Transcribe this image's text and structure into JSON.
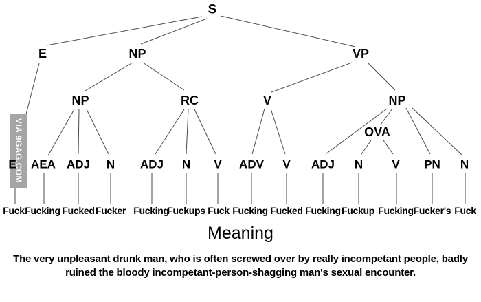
{
  "tree": {
    "nodes": {
      "s": "S",
      "e": "E",
      "np1": "NP",
      "vp": "VP",
      "np2": "NP",
      "rc": "RC",
      "v1": "V",
      "np3": "NP",
      "ova": "OVA",
      "e2": "E",
      "aea": "AEA",
      "adj1": "ADJ",
      "n1": "N",
      "adj2": "ADJ",
      "n2": "N",
      "v2": "V",
      "adv": "ADV",
      "v3": "V",
      "adj3": "ADJ",
      "n3": "N",
      "v4": "V",
      "pn": "PN",
      "n4": "N"
    },
    "edges": [
      [
        "s",
        "e"
      ],
      [
        "s",
        "np1"
      ],
      [
        "s",
        "vp"
      ],
      [
        "e",
        "e2"
      ],
      [
        "np1",
        "np2"
      ],
      [
        "np1",
        "rc"
      ],
      [
        "np2",
        "aea"
      ],
      [
        "np2",
        "adj1"
      ],
      [
        "np2",
        "n1"
      ],
      [
        "rc",
        "adj2"
      ],
      [
        "rc",
        "n2"
      ],
      [
        "rc",
        "v2"
      ],
      [
        "vp",
        "v1"
      ],
      [
        "vp",
        "np3"
      ],
      [
        "v1",
        "adv"
      ],
      [
        "v1",
        "v3"
      ],
      [
        "np3",
        "adj3"
      ],
      [
        "np3",
        "ova"
      ],
      [
        "np3",
        "pn"
      ],
      [
        "np3",
        "n4"
      ],
      [
        "ova",
        "n3"
      ],
      [
        "ova",
        "v4"
      ]
    ]
  },
  "words": [
    "Fuck",
    "Fucking",
    "Fucked",
    "Fucker",
    "Fucking",
    "Fuckups",
    "Fuck",
    "Fucking",
    "Fucked",
    "Fucking",
    "Fuckup",
    "Fucking",
    "Fucker's",
    "Fuck"
  ],
  "meaning": {
    "title": "Meaning",
    "line1": "The very unpleasant drunk man, who is often screwed over by really incompetant people, badly",
    "line2": "ruined the bloody incompetant-person-shagging man's sexual encounter."
  },
  "watermark": {
    "text": "VIA 9GAG.COM"
  },
  "colors": {
    "background": "#ffffff",
    "text": "#000000",
    "line": "#4a4a4a",
    "watermark_bg": "#a5a5a5",
    "watermark_text": "#ffffff"
  }
}
